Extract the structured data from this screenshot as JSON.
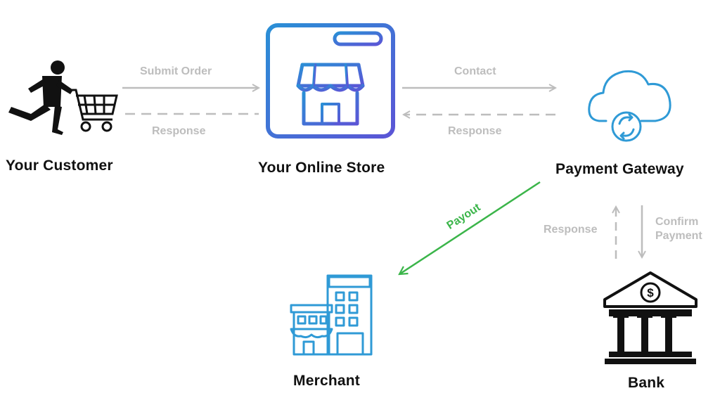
{
  "nodes": {
    "customer": {
      "label": "Your Customer"
    },
    "store": {
      "label": "Your Online Store"
    },
    "gateway": {
      "label": "Payment Gateway"
    },
    "merchant": {
      "label": "Merchant"
    },
    "bank": {
      "label": "Bank"
    }
  },
  "edges": {
    "submit_order": {
      "label": "Submit Order"
    },
    "customer_response": {
      "label": "Response"
    },
    "contact": {
      "label": "Contact"
    },
    "gateway_response": {
      "label": "Response"
    },
    "payout": {
      "label": "Payout"
    },
    "confirm_payment": {
      "line1": "Confirm",
      "line2": "Payment"
    },
    "bank_response": {
      "label": "Response"
    }
  },
  "colors": {
    "store_gradient_start": "#2a8fd6",
    "store_gradient_end": "#5b55d6",
    "gateway_blue": "#2f9ad6",
    "merchant_blue": "#2f9ad6",
    "arrow_gray": "#bdbdbd",
    "payout_green": "#3bb54a",
    "bank_black": "#111111"
  },
  "icons": {
    "customer": "running-shopper-icon",
    "store": "online-store-window-icon",
    "gateway": "cloud-sync-icon",
    "merchant": "city-buildings-icon",
    "bank": "bank-dollar-icon"
  }
}
